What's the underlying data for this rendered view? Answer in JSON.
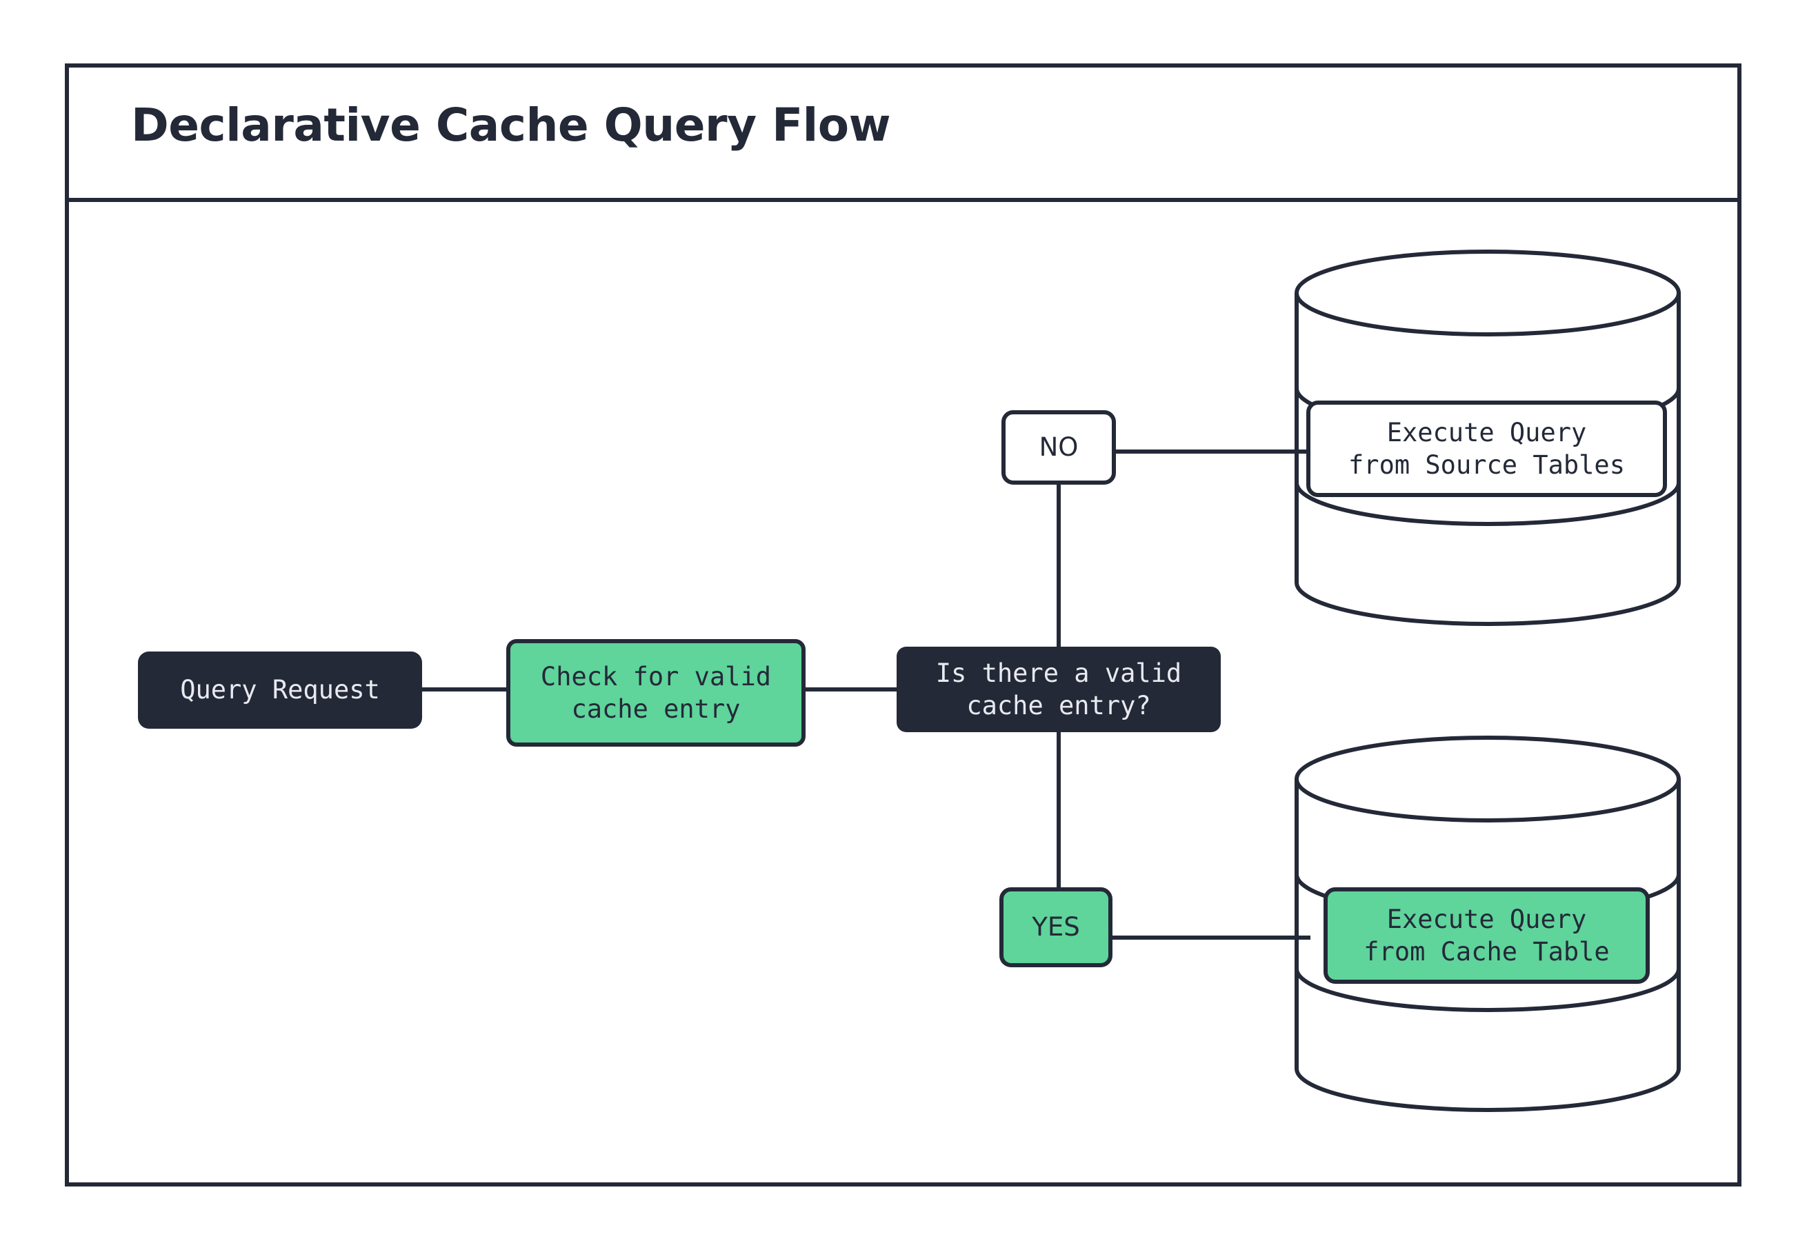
{
  "diagram": {
    "title": "Declarative Cache Query Flow",
    "colors": {
      "ink": "#242938",
      "green": "#5FD49B",
      "white": "#FFFFFF",
      "light_text": "#E8EAF0"
    },
    "nodes": {
      "query_request": {
        "label": "Query Request",
        "style": "dark"
      },
      "check_cache": {
        "label_line1": "Check for valid",
        "label_line2": "cache entry",
        "style": "green"
      },
      "decision": {
        "label_line1": "Is there a valid",
        "label_line2": "cache entry?",
        "style": "dark"
      },
      "branch_no": {
        "label": "NO",
        "style": "white"
      },
      "branch_yes": {
        "label": "YES",
        "style": "green"
      },
      "source_tables": {
        "label_line1": "Execute Query",
        "label_line2": "from Source Tables",
        "style": "white"
      },
      "cache_table": {
        "label_line1": "Execute Query",
        "label_line2": "from Cache Table",
        "style": "green"
      }
    },
    "databases": {
      "source_db": {
        "name": "source-tables-database-cylinder"
      },
      "cache_db": {
        "name": "cache-table-database-cylinder"
      }
    }
  }
}
